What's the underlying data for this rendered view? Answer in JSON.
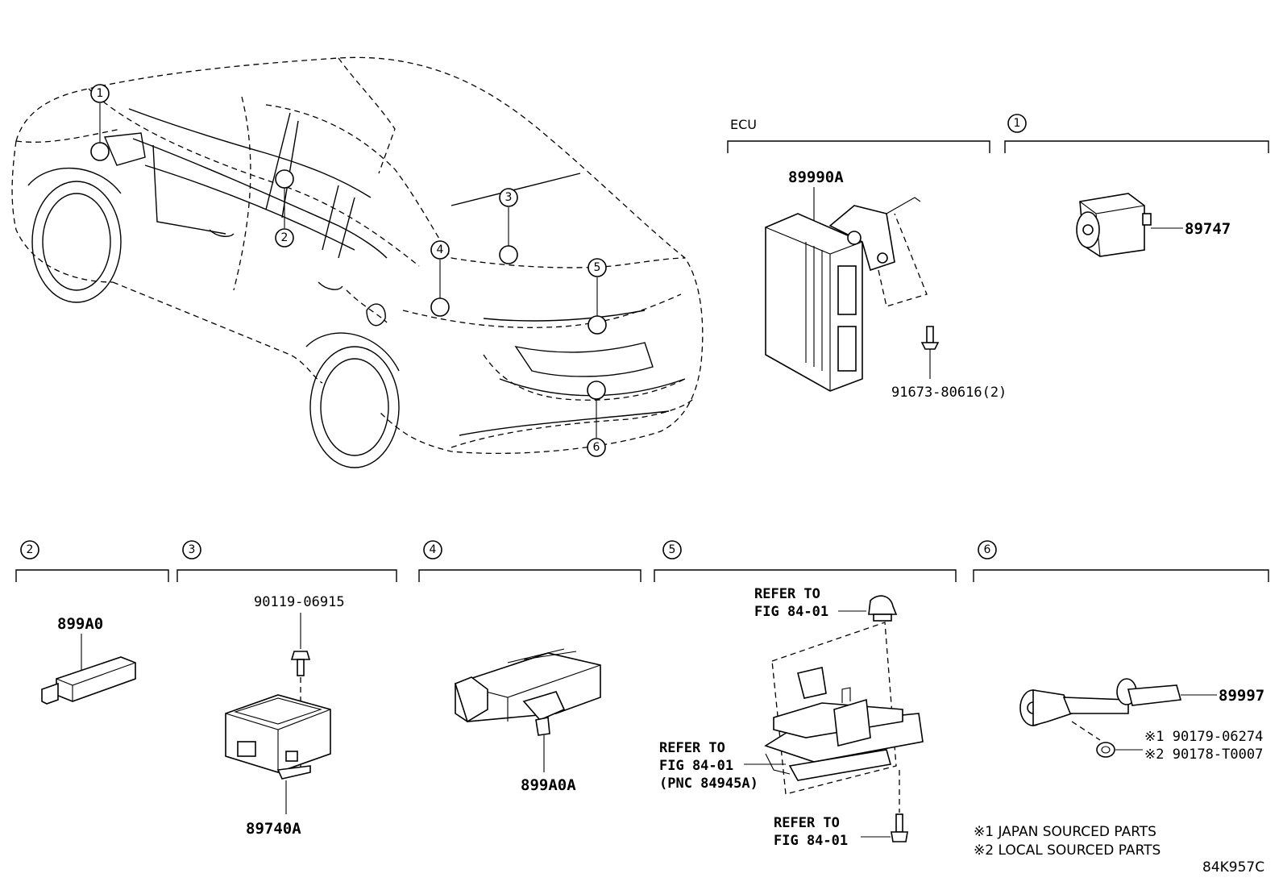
{
  "callouts": [
    "1",
    "2",
    "3",
    "4",
    "5",
    "6"
  ],
  "sections": {
    "ecu": {
      "header": "ECU",
      "part": "89990A",
      "bolt": "91673-80616(2)"
    },
    "s1": {
      "num": "1",
      "part": "89747"
    },
    "s2": {
      "num": "2",
      "part": "899A0"
    },
    "s3": {
      "num": "3",
      "bolt": "90119-06915",
      "part": "89740A"
    },
    "s4": {
      "num": "4",
      "part": "899A0A"
    },
    "s5": {
      "num": "5",
      "ref_top": [
        "REFER TO",
        "FIG 84-01"
      ],
      "ref_left": [
        "REFER TO",
        "FIG 84-01",
        "(PNC 84945A)"
      ],
      "ref_bottom": [
        "REFER TO",
        "FIG 84-01"
      ]
    },
    "s6": {
      "num": "6",
      "part": "89997",
      "alt1": "※1 90179-06274",
      "alt2": "※2 90178-T0007"
    }
  },
  "notes": [
    "※1 JAPAN SOURCED PARTS",
    "※2 LOCAL SOURCED PARTS"
  ],
  "figure_code": "84K957C"
}
